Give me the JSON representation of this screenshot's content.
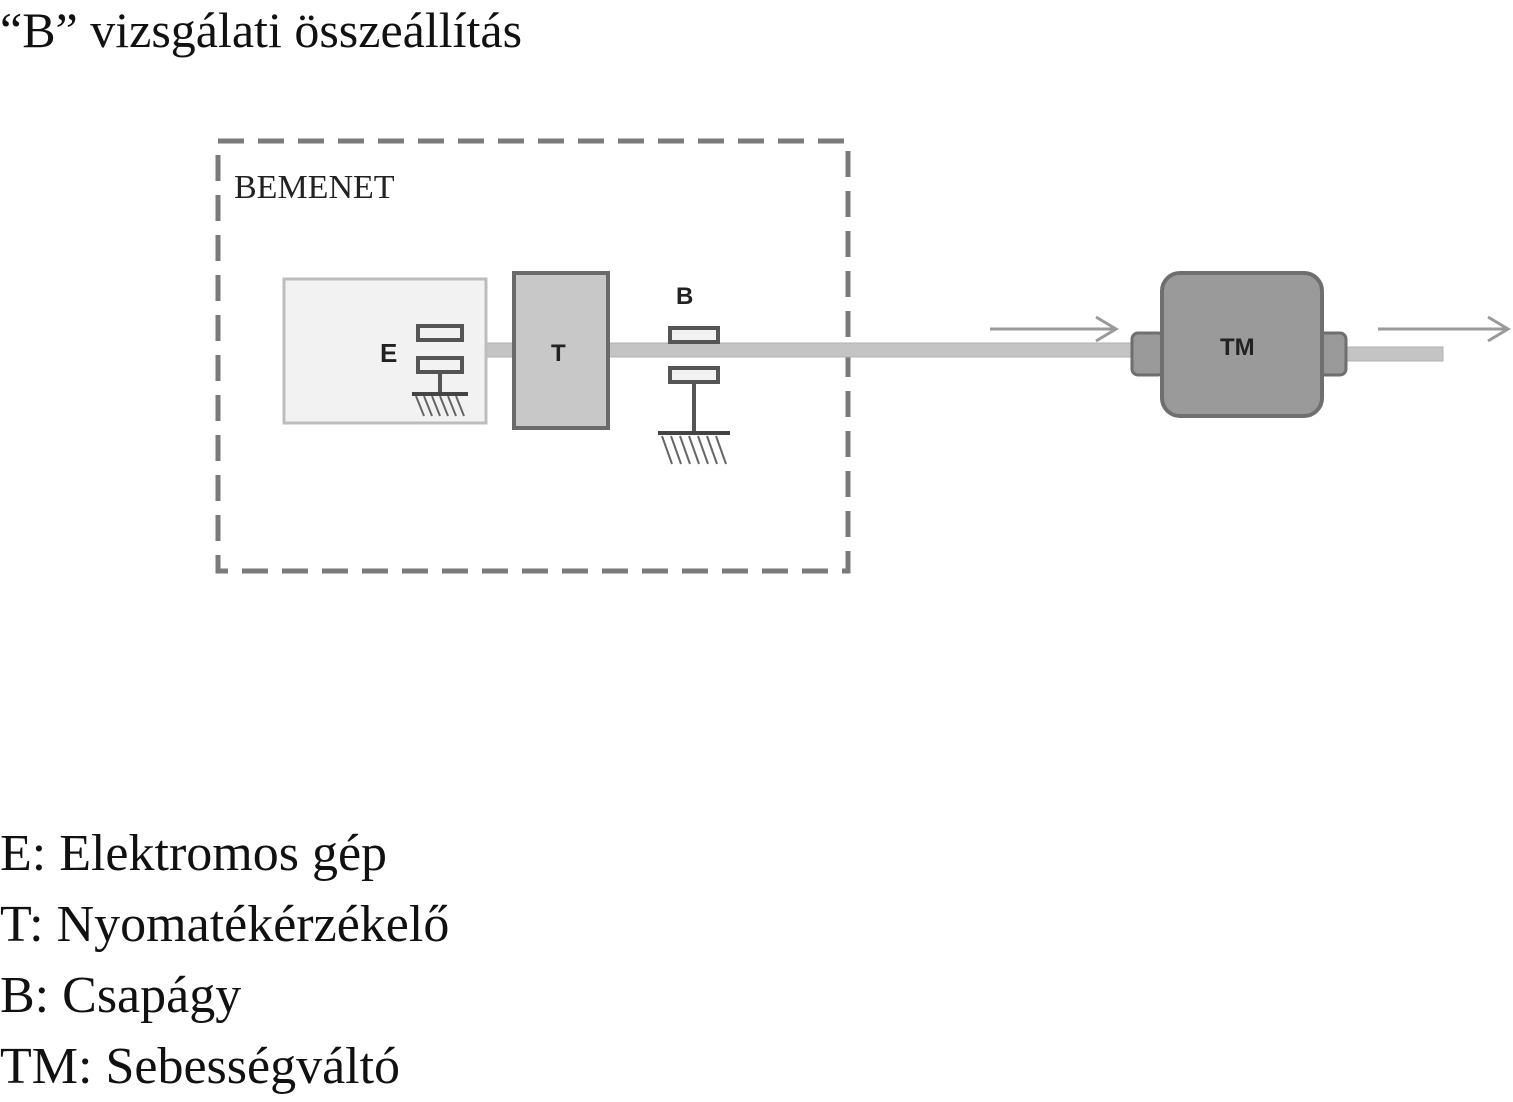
{
  "title": "“B” vizsgálati összeállítás",
  "diagram": {
    "input_region_label": "BEMENET",
    "machine_label": "E",
    "sensor_label": "T",
    "bearing_label": "B",
    "gearbox_label": "TM"
  },
  "legend": [
    {
      "text": "E: Elektromos gép"
    },
    {
      "text": "T: Nyomatékérzékelő"
    },
    {
      "text": "B: Csapágy"
    },
    {
      "text": "TM: Sebességváltó"
    }
  ],
  "colors": {
    "dashed_border": "#7a7a7a",
    "machine_fill": "#f2f2f2",
    "sensor_fill": "#c8c8c8",
    "gearbox_fill": "#9a9a9a",
    "shaft": "#c4c4c4",
    "arrow": "#9a9a9a"
  }
}
